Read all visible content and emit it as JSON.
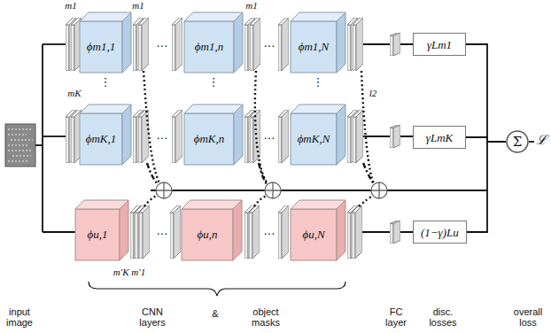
{
  "diagram": {
    "nodes": [
      {
        "text": [
          "ϕm1,1"
        ]
      },
      {
        "text": [
          "ϕm1,n"
        ]
      },
      {
        "text": [
          "ϕm1,N"
        ]
      },
      {
        "text": [
          "ϕmK,1"
        ]
      },
      {
        "text": [
          "ϕmK,n"
        ]
      },
      {
        "text": [
          "ϕmK,N"
        ]
      },
      {
        "text": [
          "ϕu,1"
        ]
      },
      {
        "text": [
          "ϕu,n"
        ]
      },
      {
        "text": [
          "ϕu,N"
        ]
      },
      {
        "text": [
          "γLm1"
        ]
      },
      {
        "text": [
          "γLmK"
        ]
      },
      {
        "text": [
          "(1−γ)Lu"
        ]
      },
      {
        "text": [
          "Σ"
        ]
      }
    ],
    "edges": [
      {
        "from": 9,
        "to": 12,
        "arrow": "none"
      },
      {
        "from": 10,
        "to": 12,
        "arrow": "none"
      },
      {
        "from": 11,
        "to": 12,
        "arrow": "none"
      }
    ],
    "labels": [
      "m1",
      "m1",
      "m1",
      "mK",
      "⋮",
      "⋮",
      "⋮",
      "…",
      "…",
      "…",
      "…",
      "…",
      "…",
      "l2",
      "m′K m′1",
      "ℒ",
      "input image",
      "CNN layers",
      "&",
      "object masks",
      "FC layer",
      "disc. losses",
      "overall loss"
    ]
  }
}
